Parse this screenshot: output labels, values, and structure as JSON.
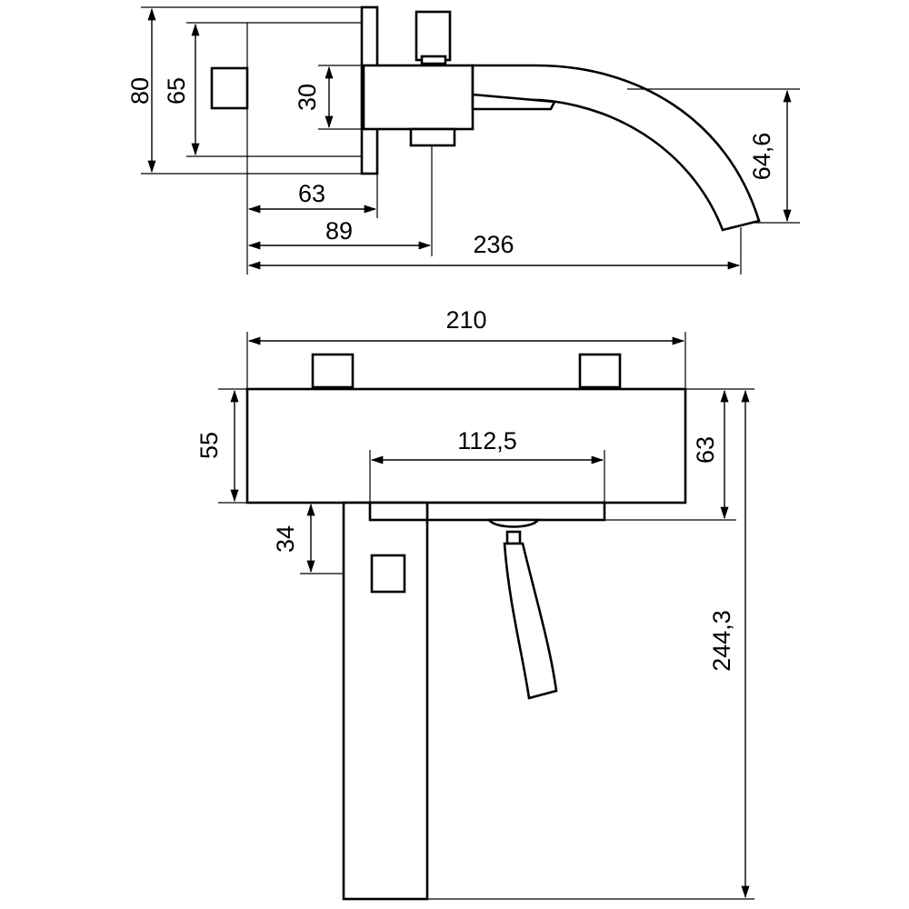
{
  "colors": {
    "line": "#000000",
    "background": "#ffffff"
  },
  "side_view": {
    "dim_total_height": "80",
    "dim_plate_height": "65",
    "dim_body_height": "30",
    "dim_spout_drop": "64,6",
    "dim_plate_to_wall": "63",
    "dim_plate_to_handle": "89",
    "dim_total_projection": "236"
  },
  "front_view": {
    "dim_body_width": "210",
    "dim_body_height": "55",
    "dim_body_total_height": "63",
    "dim_outlet_width": "112,5",
    "dim_lever_offset": "34",
    "dim_overall_height": "244,3"
  }
}
